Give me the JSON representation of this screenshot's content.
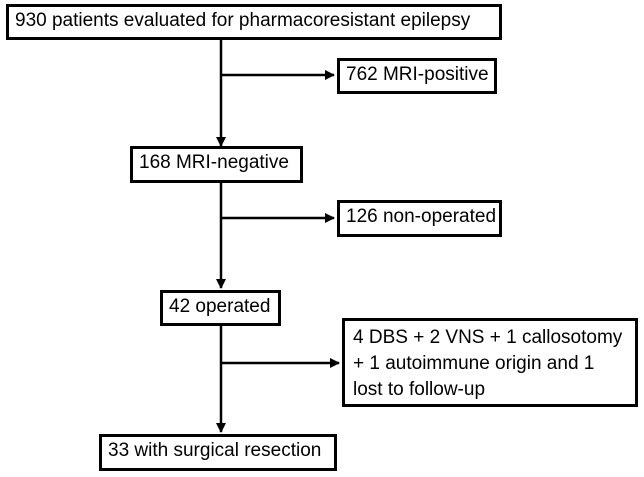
{
  "flowchart": {
    "start": "930 patients evaluated for pharmacoresistant epilepsy",
    "mri_positive": "762 MRI-positive",
    "mri_negative": "168 MRI-negative",
    "non_operated": "126 non-operated",
    "operated": "42 operated",
    "excluded_lines": [
      "4 DBS + 2 VNS + 1 callosotomy",
      "+ 1 autoimmune origin and 1",
      "lost to follow-up"
    ],
    "resection": "33 with surgical resection"
  },
  "colors": {
    "stroke": "#000000",
    "background": "#ffffff"
  }
}
